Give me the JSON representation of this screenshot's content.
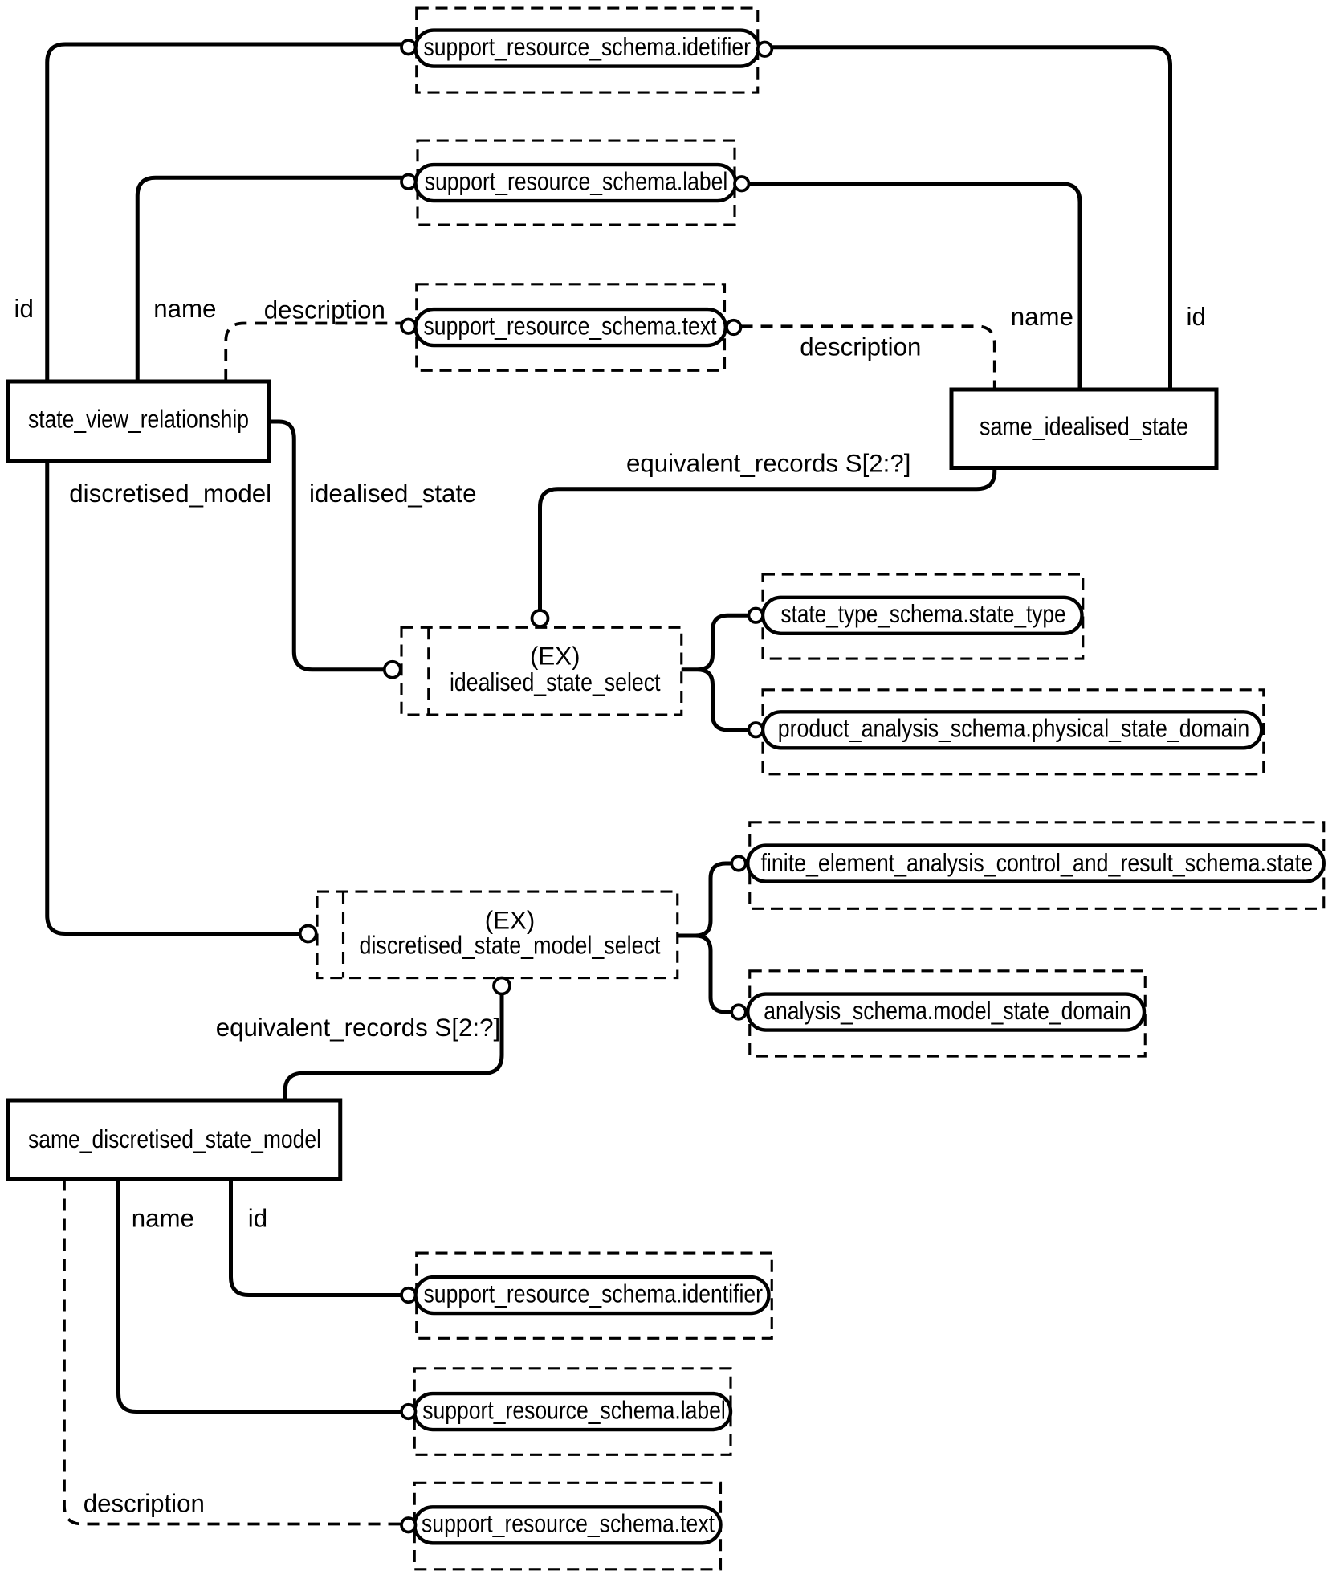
{
  "entities": {
    "state_view_relationship": "state_view_relationship",
    "same_idealised_state": "same_idealised_state",
    "same_discretised_state_model": "same_discretised_state_model"
  },
  "selects": {
    "idealised": {
      "marker": "(EX)",
      "name": "idealised_state_select"
    },
    "discretised": {
      "marker": "(EX)",
      "name": "discretised_state_model_select"
    }
  },
  "refs": {
    "top_idetifier": "support_resource_schema.idetifier",
    "top_label": "support_resource_schema.label",
    "top_text": "support_resource_schema.text",
    "state_type": "state_type_schema.state_type",
    "physical_state_domain": "product_analysis_schema.physical_state_domain",
    "fea_state": "finite_element_analysis_control_and_result_schema.state",
    "model_state_domain": "analysis_schema.model_state_domain",
    "bottom_identifier": "support_resource_schema.identifier",
    "bottom_label": "support_resource_schema.label",
    "bottom_text": "support_resource_schema.text"
  },
  "labels": {
    "svr_id": "id",
    "svr_name": "name",
    "svr_description": "description",
    "svr_discretised_model": "discretised_model",
    "svr_idealised_state": "idealised_state",
    "sis_name": "name",
    "sis_id": "id",
    "sis_description": "description",
    "sis_equivalent_records": "equivalent_records S[2:?]",
    "sdsm_equivalent_records": "equivalent_records S[2:?]",
    "sdsm_name": "name",
    "sdsm_id": "id",
    "sdsm_description": "description"
  }
}
